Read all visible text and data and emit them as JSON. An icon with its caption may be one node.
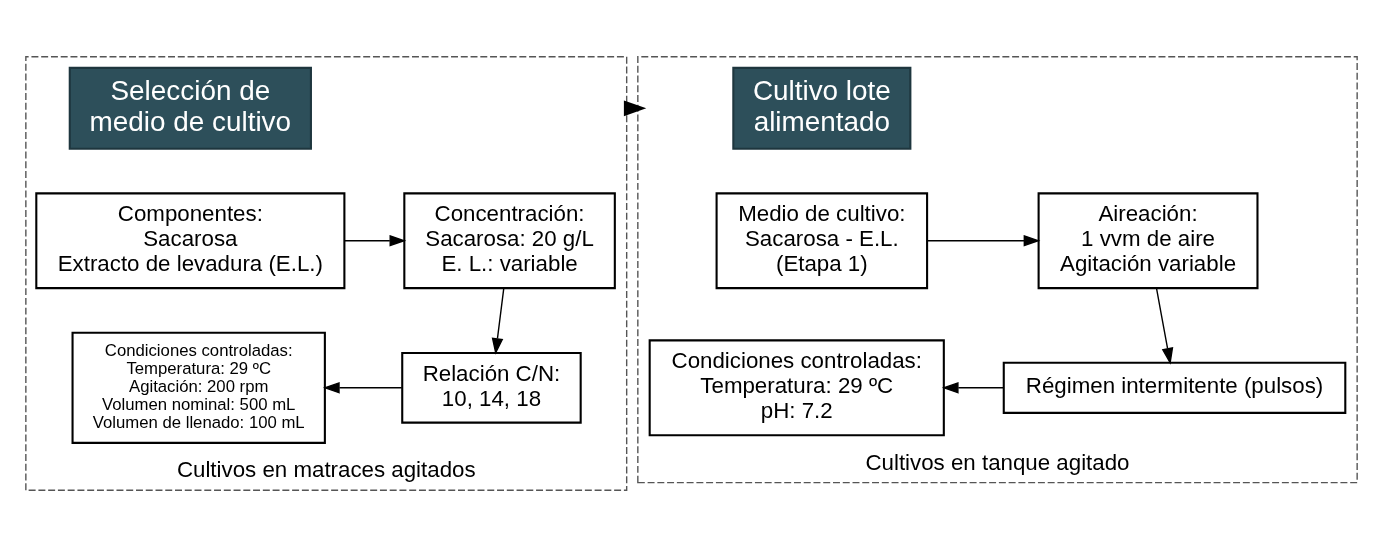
{
  "diagram": {
    "nodes": [
      {
        "text": [
          "Cultivos en matraces agitados"
        ]
      },
      {
        "text": [
          "Selección de medio de cultivo"
        ],
        "in": 0
      },
      {
        "text": [
          "Componentes:",
          "Sacarosa",
          "Extracto de levadura (E.L.)"
        ],
        "in": 0
      },
      {
        "text": [
          "Concentración:",
          "Sacarosa: 20 g/L",
          "E. L.: variable"
        ],
        "in": 0
      },
      {
        "text": [
          "Relación C/N:",
          "10, 14, 18"
        ],
        "in": 0
      },
      {
        "text": [
          "Condiciones controladas:",
          "Temperatura: 29 ºC",
          "Agitación: 200 rpm",
          "Volumen nominal: 500 mL",
          "Volumen de llenado: 100 mL"
        ],
        "in": 0
      },
      {
        "text": [
          "Cultivos en tanque agitado"
        ]
      },
      {
        "text": [
          "Cultivo lote alimentado"
        ],
        "in": 6
      },
      {
        "text": [
          "Medio de cultivo:",
          "Sacarosa - E.L.",
          "(Etapa 1)"
        ],
        "in": 6
      },
      {
        "text": [
          "Aireación:",
          "1 vvm de aire",
          "Agitación variable"
        ],
        "in": 6
      },
      {
        "text": [
          "Régimen intermitente (pulsos)"
        ],
        "in": 6
      },
      {
        "text": [
          "Condiciones controladas:",
          "Temperatura: 29 ºC",
          "pH: 7.2"
        ],
        "in": 6
      }
    ],
    "edges": [
      {
        "from": 2,
        "to": 3,
        "arrow": "to"
      },
      {
        "from": 3,
        "to": 4,
        "arrow": "to"
      },
      {
        "from": 4,
        "to": 5,
        "arrow": "to"
      },
      {
        "from": 0,
        "to": 6,
        "arrow": "to",
        "style": "thick"
      },
      {
        "from": 8,
        "to": 9,
        "arrow": "to"
      },
      {
        "from": 9,
        "to": 10,
        "arrow": "to"
      },
      {
        "from": 10,
        "to": 11,
        "arrow": "to"
      }
    ]
  }
}
